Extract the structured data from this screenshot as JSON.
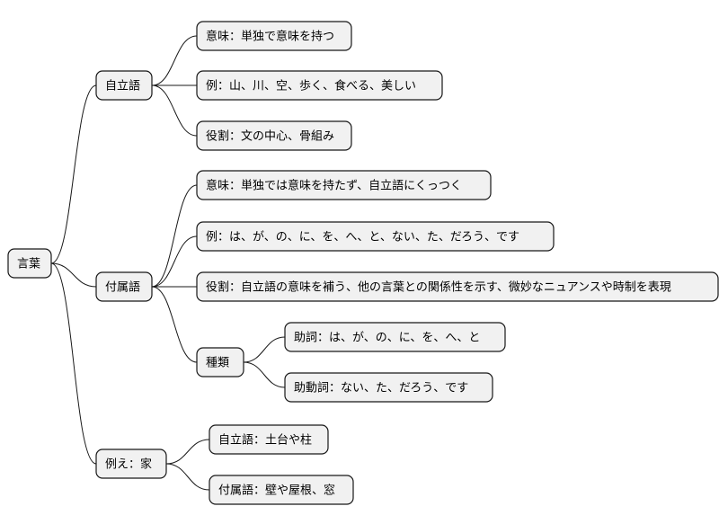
{
  "mindmap": {
    "root": "言葉",
    "jiritsugo": {
      "label": "自立語",
      "meaning": "意味：単独で意味を持つ",
      "examples": "例：山、川、空、歩く、食べる、美しい",
      "role": "役割：文の中心、骨組み"
    },
    "fuzokugo": {
      "label": "付属語",
      "meaning": "意味：単独では意味を持たず、自立語にくっつく",
      "examples": "例：は、が、の、に、を、へ、と、ない、た、だろう、です",
      "role": "役割：自立語の意味を補う、他の言葉との関係性を示す、微妙なニュアンスや時制を表現",
      "kinds": {
        "label": "種類",
        "joshi": "助詞：は、が、の、に、を、へ、と",
        "jodoushi": "助動詞：ない、た、だろう、です"
      }
    },
    "analogy": {
      "label": "例え：家",
      "jiritsugo": "自立語：土台や柱",
      "fuzokugo": "付属語：壁や屋根、窓"
    }
  }
}
